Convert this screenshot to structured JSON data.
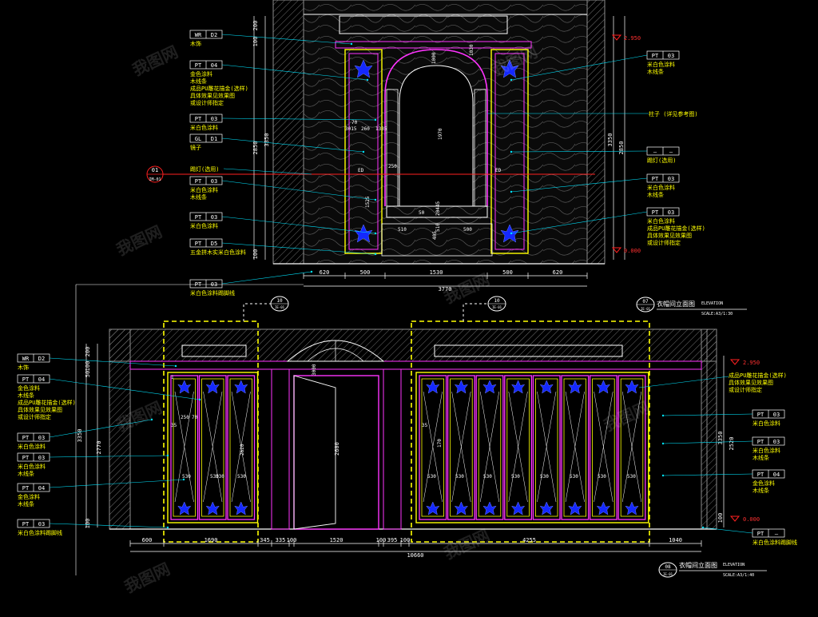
{
  "colors": {
    "background": "#000000",
    "dimension": "#ffffff",
    "leader": "#00e5ff",
    "frame_yellow": "#ffff00",
    "frame_magenta": "#ff33ff",
    "wall_gray": "#8c8c8c",
    "section_line": "#ff2020",
    "carving_blue": "#1428ff",
    "marble": "#5a5a5a"
  },
  "top_elevation": {
    "left_tags": [
      {
        "code": "WR",
        "num": "D2",
        "notes": [
          "木饰"
        ]
      },
      {
        "code": "PT",
        "num": "04",
        "notes": [
          "金色涂料",
          "木线条",
          "成品PU雕花描金(选样)",
          "具体效果见效果图",
          "或设计师指定"
        ]
      },
      {
        "code": "PT",
        "num": "03",
        "notes": [
          "米白色涂料"
        ]
      },
      {
        "code": "GL",
        "num": "D1",
        "notes": [
          "镜子"
        ]
      },
      {
        "code": "",
        "num": "",
        "notes": [
          "踢灯(选用)"
        ]
      },
      {
        "code": "PT",
        "num": "03",
        "notes": [
          "米白色涂料",
          "木线条"
        ]
      },
      {
        "code": "PT",
        "num": "03",
        "notes": [
          "米白色涂料"
        ]
      },
      {
        "code": "PT",
        "num": "D5",
        "notes": [
          "五金拼木实米白色涂料"
        ]
      },
      {
        "code": "PT",
        "num": "03",
        "notes": [
          "米白色涂料踢脚线"
        ]
      }
    ],
    "right_tags": [
      {
        "code": "PT",
        "num": "03",
        "notes": [
          "米白色涂料",
          "木线条"
        ]
      },
      {
        "code": "",
        "num": "",
        "notes": [
          "柱子 (详见参考图)"
        ]
      },
      {
        "code": "—",
        "num": "—",
        "notes": [
          "踢灯(选用)"
        ]
      },
      {
        "code": "PT",
        "num": "03",
        "notes": [
          "米白色涂料",
          "木线条"
        ]
      },
      {
        "code": "PT",
        "num": "03",
        "notes": [
          "米白色涂料",
          "成品PU雕花描金(选样)",
          "具体效果见效果图",
          "或设计师指定"
        ]
      }
    ],
    "level_top": "2.950",
    "level_bottom": "0.000",
    "bottom_dims": [
      "620",
      "500",
      "1530",
      "500",
      "620"
    ],
    "bottom_total": "3770",
    "left_dims": [
      "200",
      "100",
      "2850",
      "3350",
      "100"
    ],
    "right_dims": [
      "3350",
      "2850"
    ],
    "inner_dims": [
      "70",
      "3015",
      "260",
      "1335",
      "1970",
      "250",
      "1525",
      "510",
      "405",
      "50",
      "500",
      "ED",
      "ED",
      "1000",
      "1030",
      "20445",
      "510"
    ],
    "section_marker": "01",
    "section_ref": "IM-01"
  },
  "bottom_elevation": {
    "title_1": "衣帽间立面图",
    "title_1_sub": "ELEVATION",
    "title_1_scale": "SCALE:A3/1:30",
    "title_1_num": "07",
    "title_1_ref": "IE-01",
    "title_2": "衣帽间立面图",
    "title_2_sub": "ELEVATION",
    "title_2_scale": "SCALE:A3/1:40",
    "title_2_num": "08",
    "title_2_ref": "IE-01",
    "callout_left": "10",
    "callout_left_ref": "IE-01",
    "callout_right": "10",
    "callout_right_ref": "IE-01",
    "left_tags": [
      {
        "code": "WR",
        "num": "D2",
        "notes": [
          "木饰"
        ]
      },
      {
        "code": "PT",
        "num": "04",
        "notes": [
          "金色涂料",
          "木线条",
          "成品PU雕花描金(选样)",
          "具体效果见效果图",
          "或设计师指定"
        ]
      },
      {
        "code": "PT",
        "num": "03",
        "notes": [
          "米白色涂料"
        ]
      },
      {
        "code": "PT",
        "num": "03",
        "notes": [
          "米白色涂料",
          "木线条"
        ]
      },
      {
        "code": "PT",
        "num": "04",
        "notes": [
          "金色涂料",
          "木线条"
        ]
      },
      {
        "code": "PT",
        "num": "03",
        "notes": [
          "米白色涂料踢脚线"
        ]
      }
    ],
    "right_tags": [
      {
        "code": "",
        "num": "",
        "notes": [
          "成品PU雕花描金(选样)",
          "具体效果见效果图",
          "或设计师指定"
        ]
      },
      {
        "code": "PT",
        "num": "03",
        "notes": [
          "米白色涂料"
        ]
      },
      {
        "code": "PT",
        "num": "03",
        "notes": [
          "米白色涂料",
          "木线条"
        ]
      },
      {
        "code": "PT",
        "num": "04",
        "notes": [
          "金色涂料",
          "木线条"
        ]
      },
      {
        "code": "PT",
        "num": "—",
        "notes": [
          "米白色涂料踢脚线"
        ]
      }
    ],
    "level_top": "2.950",
    "level_bottom": "0.000",
    "bottom_dims": [
      "600",
      "1690",
      "345",
      "335",
      "100",
      "1520",
      "100",
      "395",
      "100",
      "4255",
      "1040"
    ],
    "bottom_total": "10660",
    "left_dims": [
      "200",
      "100",
      "50",
      "3350",
      "2770",
      "100"
    ],
    "right_dims": [
      "3350",
      "2520",
      "100"
    ],
    "door_height": "2600",
    "inner_dims": [
      "2620",
      "530",
      "530",
      "530",
      "530",
      "530",
      "530",
      "530",
      "530",
      "530",
      "530",
      "530",
      "250",
      "70",
      "35",
      "170",
      "1",
      "3000",
      "530",
      "35"
    ]
  },
  "watermark": "我图网"
}
